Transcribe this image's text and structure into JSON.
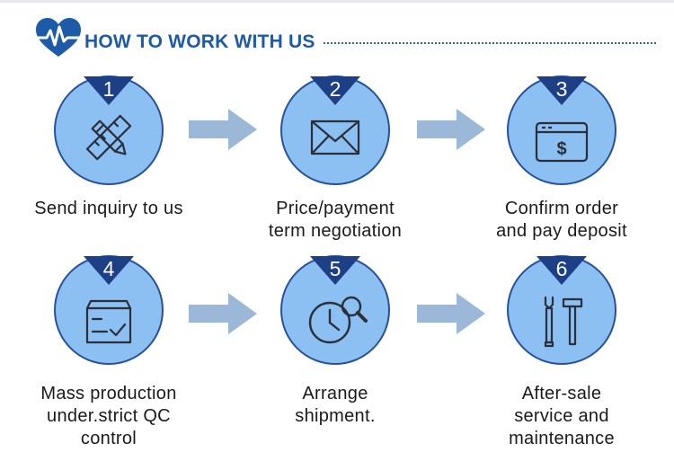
{
  "header": {
    "title": "HOW TO WORK WITH US",
    "logo_icon": "heart-pulse-icon"
  },
  "colors": {
    "circle_fill": "#8cbff2",
    "circle_ring": "#27529a",
    "badge": "#1d3f86",
    "arrow": "#9bb8d9",
    "icon_stroke": "#2a2f3a",
    "title": "#1d5aa8"
  },
  "steps": [
    {
      "number": "1",
      "icon": "pencil-ruler-icon",
      "label": [
        "Send inquiry to us"
      ]
    },
    {
      "number": "2",
      "icon": "envelope-icon",
      "label": [
        "Price/payment",
        "term negotiation"
      ]
    },
    {
      "number": "3",
      "icon": "payment-window-icon",
      "label": [
        "Confirm order",
        "and pay deposit"
      ]
    },
    {
      "number": "4",
      "icon": "box-check-icon",
      "label": [
        "Mass production",
        "under.strict QC",
        "control"
      ]
    },
    {
      "number": "5",
      "icon": "clock-magnifier-icon",
      "label": [
        "Arrange",
        "shipment."
      ]
    },
    {
      "number": "6",
      "icon": "wrench-hammer-icon",
      "label": [
        "After-sale",
        "service and",
        "maintenance"
      ]
    }
  ]
}
